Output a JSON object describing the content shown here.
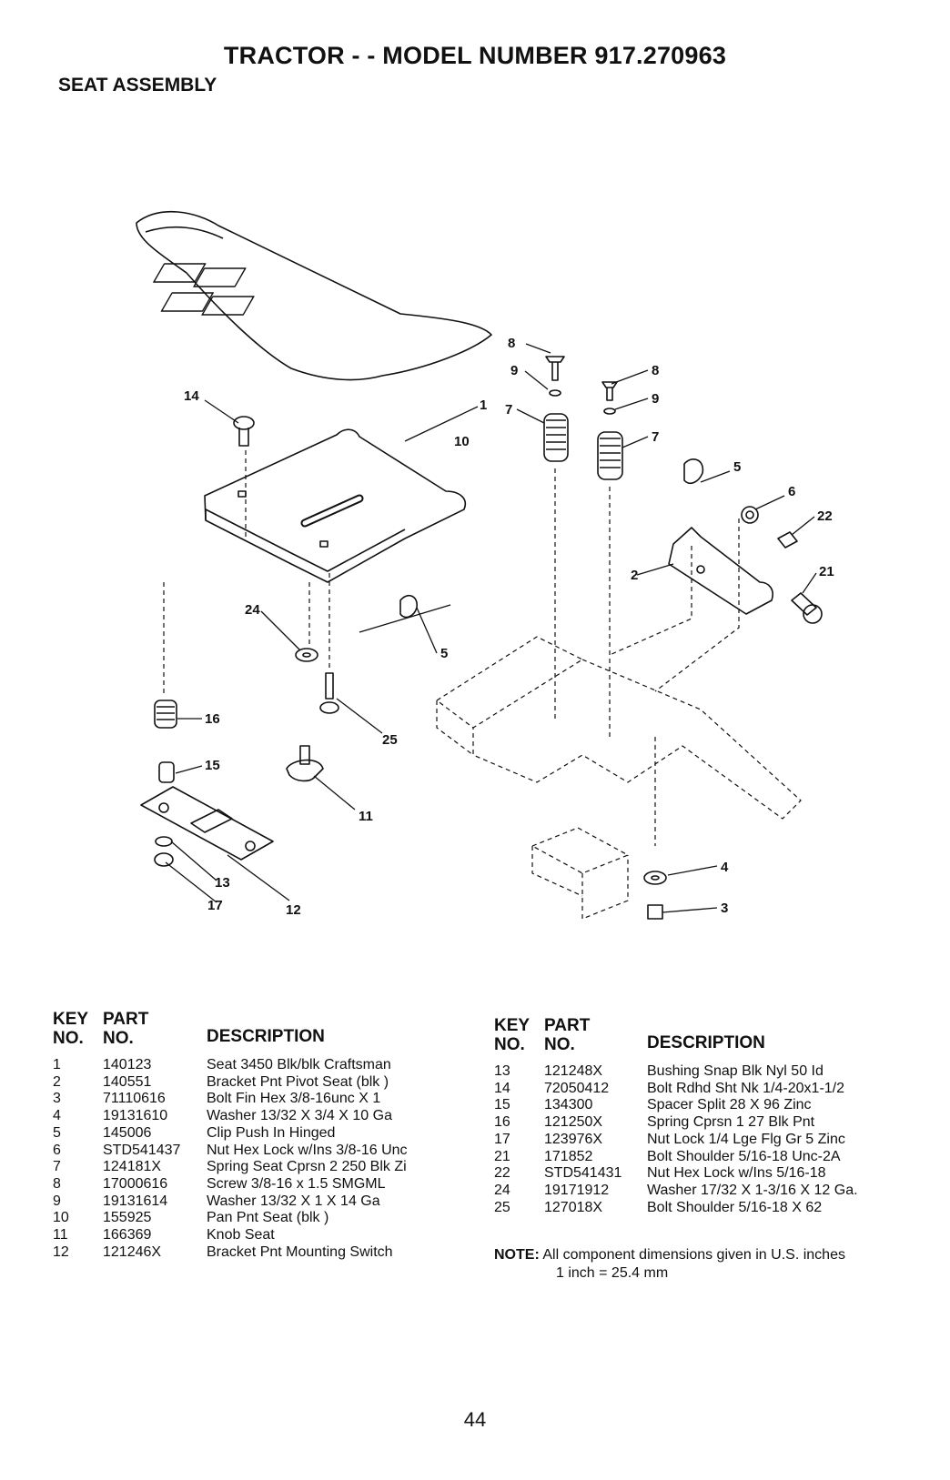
{
  "title": "TRACTOR - - MODEL NUMBER 917.270963",
  "subtitle": "SEAT ASSEMBLY",
  "diagram_labels": [
    "1",
    "14",
    "10",
    "8",
    "9",
    "7",
    "8",
    "9",
    "7",
    "5",
    "6",
    "22",
    "2",
    "21",
    "24",
    "5",
    "16",
    "25",
    "15",
    "11",
    "13",
    "17",
    "12",
    "4",
    "3"
  ],
  "table_headers": {
    "key_top": "KEY",
    "key_bottom": "NO.",
    "part_top": "PART",
    "part_bottom": "NO.",
    "description": "DESCRIPTION"
  },
  "parts_left": [
    {
      "key": "1",
      "part": "140123",
      "desc": "Seat 3450 Blk/blk Craftsman"
    },
    {
      "key": "2",
      "part": "140551",
      "desc": "Bracket Pnt Pivot Seat (blk )"
    },
    {
      "key": "3",
      "part": "71110616",
      "desc": "Bolt Fin Hex 3/8-16unc X 1"
    },
    {
      "key": "4",
      "part": "19131610",
      "desc": "Washer 13/32 X 3/4 X 10 Ga"
    },
    {
      "key": "5",
      "part": "145006",
      "desc": "Clip Push In Hinged"
    },
    {
      "key": "6",
      "part": "STD541437",
      "desc": "Nut Hex Lock w/Ins 3/8-16 Unc"
    },
    {
      "key": "7",
      "part": "124181X",
      "desc": "Spring Seat Cprsn 2 250 Blk Zi"
    },
    {
      "key": "8",
      "part": "17000616",
      "desc": "Screw 3/8-16 x 1.5 SMGML"
    },
    {
      "key": "9",
      "part": "19131614",
      "desc": "Washer 13/32 X 1 X 14 Ga"
    },
    {
      "key": "10",
      "part": "155925",
      "desc": "Pan Pnt Seat (blk )"
    },
    {
      "key": "11",
      "part": "166369",
      "desc": "Knob Seat"
    },
    {
      "key": "12",
      "part": "121246X",
      "desc": "Bracket Pnt Mounting Switch"
    }
  ],
  "parts_right": [
    {
      "key": "13",
      "part": "121248X",
      "desc": "Bushing Snap Blk Nyl 50 Id"
    },
    {
      "key": "14",
      "part": "72050412",
      "desc": "Bolt Rdhd Sht Nk 1/4-20x1-1/2"
    },
    {
      "key": "15",
      "part": "134300",
      "desc": "Spacer Split 28 X 96 Zinc"
    },
    {
      "key": "16",
      "part": "121250X",
      "desc": "Spring Cprsn 1 27 Blk Pnt"
    },
    {
      "key": "17",
      "part": "123976X",
      "desc": "Nut Lock 1/4 Lge Flg Gr 5 Zinc"
    },
    {
      "key": "21",
      "part": "171852",
      "desc": "Bolt Shoulder 5/16-18 Unc-2A"
    },
    {
      "key": "22",
      "part": "STD541431",
      "desc": "Nut Hex Lock w/Ins 5/16-18"
    },
    {
      "key": "24",
      "part": "19171912",
      "desc": "Washer 17/32 X 1-3/16 X 12 Ga."
    },
    {
      "key": "25",
      "part": "127018X",
      "desc": "Bolt Shoulder 5/16-18 X 62"
    }
  ],
  "note": {
    "label": "NOTE:",
    "line1": "All component dimensions given in U.S. inches",
    "line2": "1 inch = 25.4 mm"
  },
  "page_number": "44"
}
